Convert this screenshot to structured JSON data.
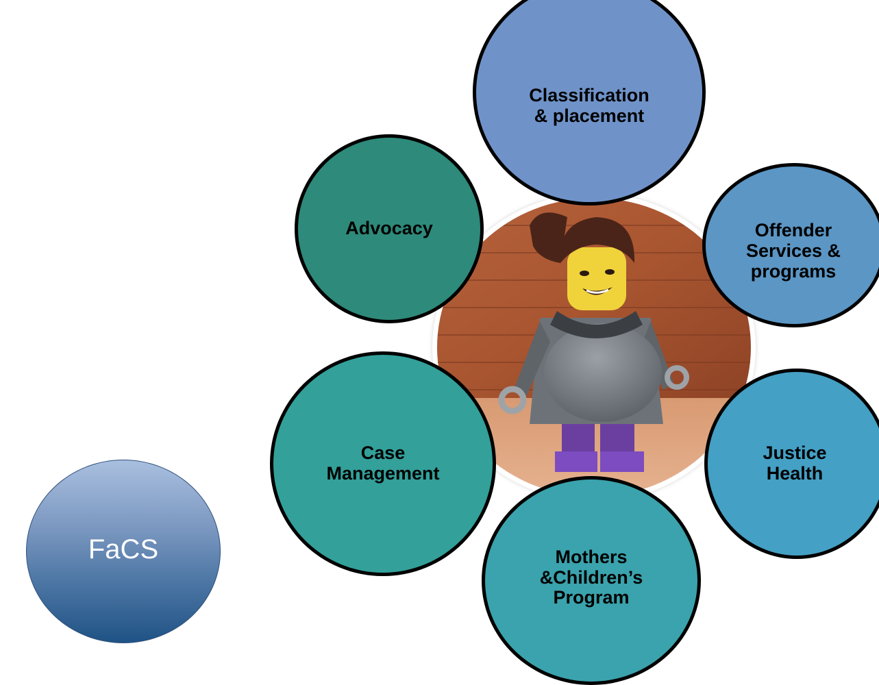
{
  "facs": {
    "label": "FaCS"
  },
  "center_image": {
    "description_icon": "lego-figure-photo"
  },
  "nodes": {
    "classification": {
      "label": "Classification\n& placement",
      "color": "#6f93c9"
    },
    "offender": {
      "label": "Offender\nServices &\nprograms",
      "color": "#5b96c4"
    },
    "advocacy": {
      "label": "Advocacy",
      "color": "#2e8a7a"
    },
    "case_management": {
      "label": "Case\nManagement",
      "color": "#33a09a"
    },
    "mothers": {
      "label": "Mothers\n&Children’s\nProgram",
      "color": "#3aa3ad"
    },
    "justice": {
      "label": "Justice\nHealth",
      "color": "#44a0c4"
    }
  }
}
